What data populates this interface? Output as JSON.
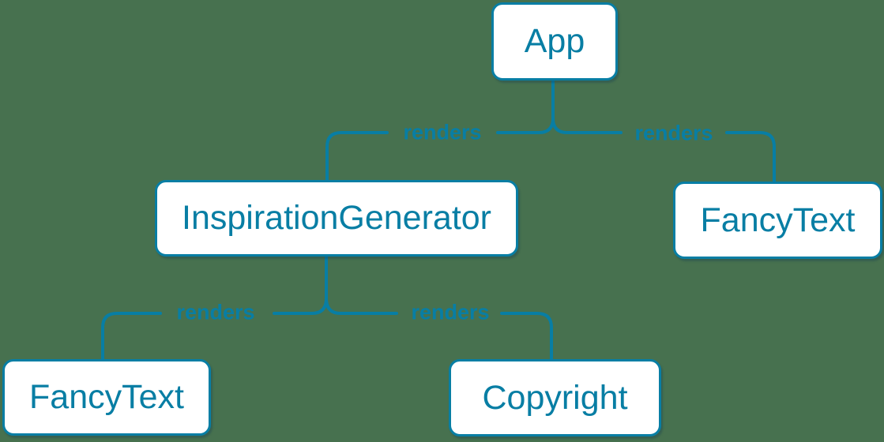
{
  "diagram": {
    "type": "component-render-tree",
    "colors": {
      "background": "#47714f",
      "accent": "#087ea4",
      "node_fill": "#ffffff"
    },
    "nodes": [
      {
        "label": "App"
      },
      {
        "label": "InspirationGenerator"
      },
      {
        "label": "FancyText"
      },
      {
        "label": "FancyText"
      },
      {
        "label": "Copyright"
      }
    ],
    "edges": [
      {
        "from": "App",
        "to": "InspirationGenerator",
        "label": "renders"
      },
      {
        "from": "App",
        "to": "FancyText",
        "label": "renders"
      },
      {
        "from": "InspirationGenerator",
        "to": "FancyText",
        "label": "renders"
      },
      {
        "from": "InspirationGenerator",
        "to": "Copyright",
        "label": "renders"
      }
    ]
  }
}
